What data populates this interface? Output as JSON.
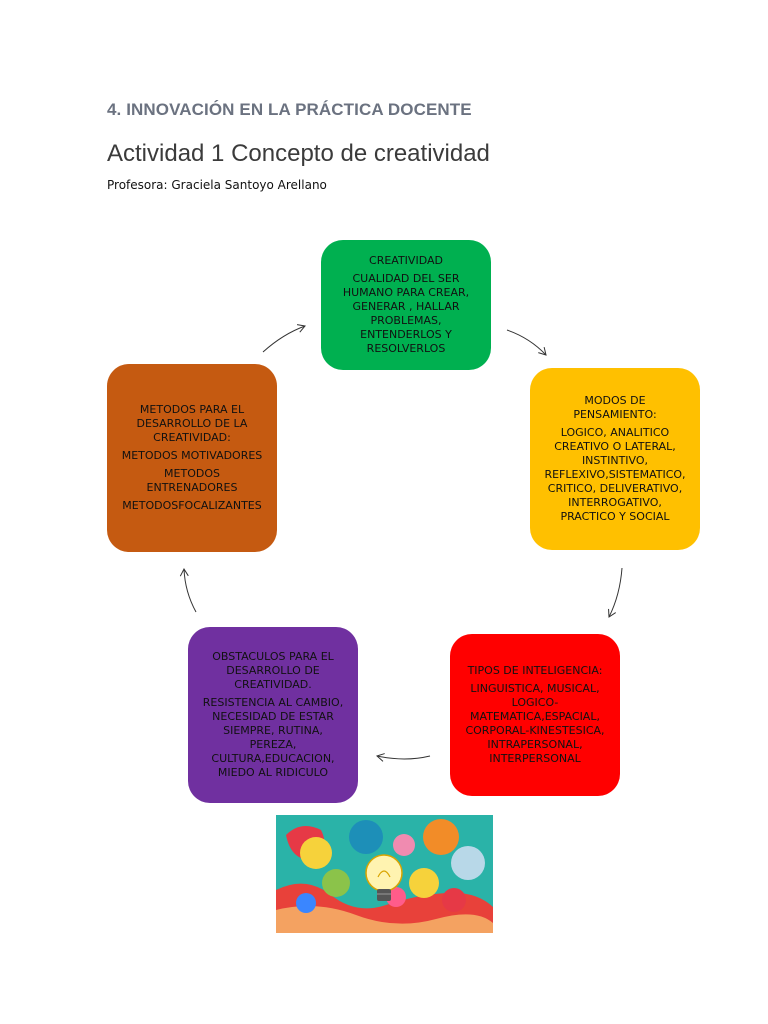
{
  "header": {
    "section": "4. INNOVACIÓN EN LA PRÁCTICA DOCENTE",
    "title": "Actividad 1 Concepto de creatividad",
    "teacher": "Profesora: Graciela Santoyo Arellano"
  },
  "diagram": {
    "creatividad": {
      "title": "CREATIVIDAD",
      "body": [
        "CUALIDAD DEL SER HUMANO PARA CREAR, GENERAR , HALLAR PROBLEMAS, ENTENDERLOS Y RESOLVERLOS"
      ],
      "color": "#00b050"
    },
    "modos": {
      "title": "MODOS DE PENSAMIENTO:",
      "body": [
        "LOGICO, ANALITICO CREATIVO O LATERAL, INSTINTIVO, REFLEXIVO,SISTEMATICO, CRITICO, DELIVERATIVO, INTERROGATIVO, PRACTICO Y SOCIAL"
      ],
      "color": "#ffc000"
    },
    "tipos": {
      "title": "TIPOS DE INTELIGENCIA:",
      "body": [
        "LINGUISTICA, MUSICAL, LOGICO-MATEMATICA,ESPACIAL, CORPORAL-KINESTESICA, INTRAPERSONAL, INTERPERSONAL"
      ],
      "color": "#ff0000"
    },
    "obstaculos": {
      "title": "OBSTACULOS PARA EL DESARROLLO DE CREATIVIDAD.",
      "body": [
        "RESISTENCIA AL CAMBIO, NECESIDAD DE ESTAR SIEMPRE, RUTINA, PEREZA, CULTURA,EDUCACION, MIEDO AL RIDICULO"
      ],
      "color": "#7030a0"
    },
    "metodos": {
      "title": "METODOS PARA EL DESARROLLO DE LA CREATIVIDAD:",
      "body": [
        "METODOS MOTIVADORES",
        "METODOS ENTRENADORES",
        "METODOSFOCALIZANTES"
      ],
      "color": "#c55a11"
    }
  },
  "illustration": {
    "icon": "lightbulb-icon",
    "background": "#2ab3a8"
  }
}
